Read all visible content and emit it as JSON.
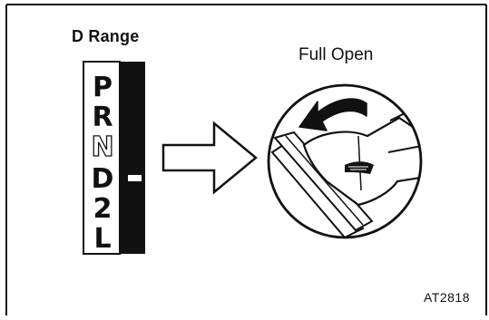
{
  "figure": {
    "title": "D Range",
    "pedal_label": "Full Open",
    "reference_code": "AT2818",
    "selector_positions": [
      "P",
      "R",
      "N",
      "D",
      "2",
      "L"
    ],
    "selected_position": "D",
    "icons": {
      "arrow": "right-arrow-icon",
      "pedal": "accelerator-pedal-icon",
      "press_arrow": "curved-arrow-icon"
    }
  }
}
